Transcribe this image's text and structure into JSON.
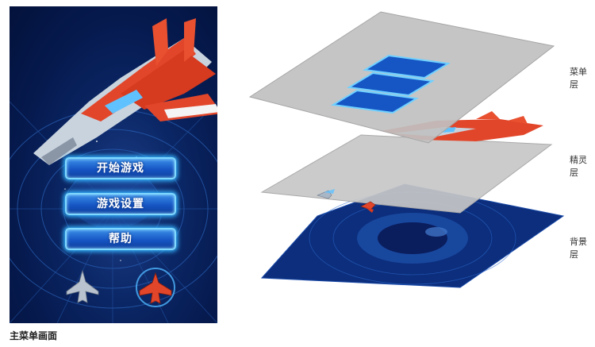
{
  "main_menu": {
    "caption": "主菜单画面",
    "buttons": [
      "开始游戏",
      "游戏设置",
      "帮助"
    ]
  },
  "layers": [
    {
      "label": "菜单层"
    },
    {
      "label": "精灵层"
    },
    {
      "label": "背景层"
    }
  ],
  "colors": {
    "background_dark": "#061a4f",
    "button_blue": "#1656c4",
    "button_glow": "#34b4ff",
    "ship_red": "#e2462a",
    "layer_gray": "#c8c8c8"
  }
}
